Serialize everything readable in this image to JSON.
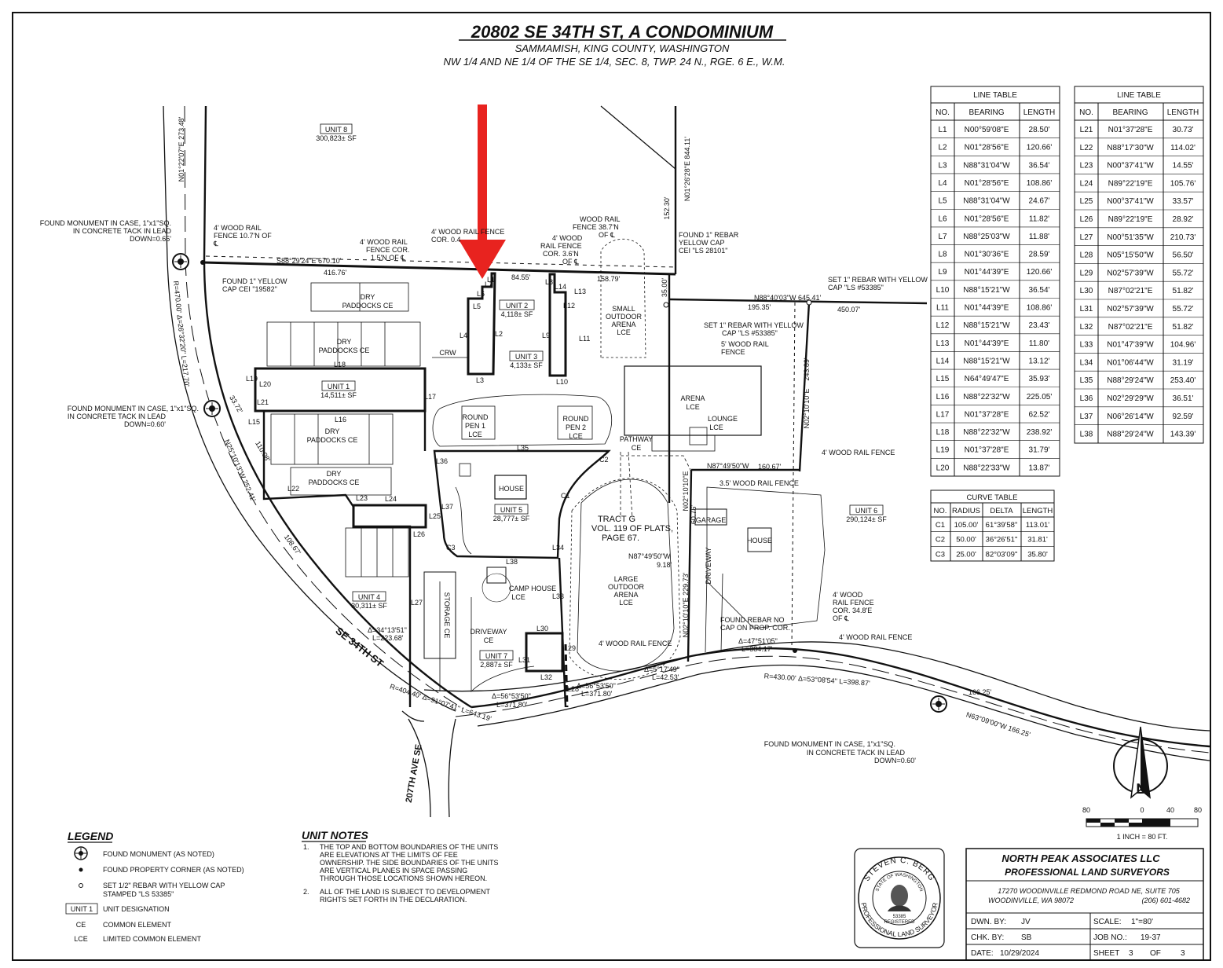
{
  "title": {
    "main": "20802 SE 34TH ST, A CONDOMINIUM",
    "sub1": "SAMMAMISH, KING COUNTY, WASHINGTON",
    "sub2": "NW 1/4 AND NE 1/4 OF THE SE 1/4, SEC. 8, TWP. 24 N., RGE. 6 E., W.M."
  },
  "units": [
    {
      "label": "UNIT 1",
      "area": "14,511± SF"
    },
    {
      "label": "UNIT 2",
      "area": "4,118± SF"
    },
    {
      "label": "UNIT 3",
      "area": "4,133± SF"
    },
    {
      "label": "UNIT 4",
      "area": "30,311± SF"
    },
    {
      "label": "UNIT 5",
      "area": "28,777± SF"
    },
    {
      "label": "UNIT 6",
      "area": "290,124± SF"
    },
    {
      "label": "UNIT 7",
      "area": "2,887± SF"
    },
    {
      "label": "UNIT 8",
      "area": "300,823± SF"
    }
  ],
  "tract": {
    "l1": "TRACT G",
    "l2": "VOL. 119 OF PLATS,",
    "l3": "PAGE 67."
  },
  "features": {
    "dry_paddocks_1a": "DRY",
    "dry_paddocks_1b": "PADDOCKS CE",
    "dry_paddocks_2a": "DRY",
    "dry_paddocks_2b": "PADDOCKS CE",
    "dry_paddocks_3a": "DRY",
    "dry_paddocks_3b": "PADDOCKS CE",
    "dry_paddocks_4a": "DRY",
    "dry_paddocks_4b": "PADDOCKS CE",
    "crw": "CRW",
    "round_pen_1a": "ROUND",
    "round_pen_1b": "PEN 1",
    "round_pen_1c": "LCE",
    "round_pen_2a": "ROUND",
    "round_pen_2b": "PEN 2",
    "round_pen_2c": "LCE",
    "arena_a": "ARENA",
    "arena_b": "LCE",
    "lounge_a": "LOUNGE",
    "lounge_b": "LCE",
    "small_arena_a": "SMALL",
    "small_arena_b": "OUTDOOR",
    "small_arena_c": "ARENA",
    "small_arena_d": "LCE",
    "house": "HOUSE",
    "house2": "HOUSE",
    "garage": "GARAGE",
    "pathway_a": "PATHWAY",
    "pathway_b": "CE",
    "large_arena_a": "LARGE",
    "large_arena_b": "OUTDOOR",
    "large_arena_c": "ARENA",
    "large_arena_d": "LCE",
    "camp_house_a": "CAMP HOUSE",
    "camp_house_b": "LCE",
    "storage": "STORAGE CE",
    "driveway_ce_a": "DRIVEWAY",
    "driveway_ce_b": "CE",
    "driveway_v": "DRIVEWAY",
    "street_main": "SE 34TH ST",
    "street_side": "207TH AVE SE"
  },
  "annotations": {
    "fm1_a": "FOUND MONUMENT IN CASE, 1\"x1\"SQ.",
    "fm1_b": "IN CONCRETE TACK IN LEAD",
    "fm1_c": "DOWN=0.65'",
    "fm2_a": "FOUND MONUMENT IN CASE, 1\"x1\"SQ.",
    "fm2_b": "IN CONCRETE TACK IN LEAD",
    "fm2_c": "DOWN=0.60'",
    "fm3_a": "FOUND MONUMENT IN CASE, 1\"x1\"SQ.",
    "fm3_b": "IN CONCRETE TACK IN LEAD",
    "fm3_c": "DOWN=0.60'",
    "fence1_a": "4' WOOD RAIL",
    "fence1_b": "FENCE 10.7'N OF",
    "fence1_c": "℄",
    "fence2_a": "4' WOOD RAIL",
    "fence2_b": "FENCE COR.",
    "fence2_c": "1.5'N OF ℄",
    "fence3_a": "4' WOOD RAIL FENCE",
    "fence3_b": "COR. 0.4",
    "fence4_a": "WOOD RAIL",
    "fence4_b": "FENCE 38.7'N",
    "fence4_c": "OF ℄",
    "fence5_a": "4' WOOD",
    "fence5_b": "RAIL FENCE",
    "fence5_c": "COR. 3.6'N",
    "fence5_d": "OF ℄",
    "rebar1_a": "FOUND 1\" REBAR",
    "rebar1_b": "YELLOW CAP",
    "rebar1_c": "CEI \"LS 28101\"",
    "cap_a": "FOUND 1\" YELLOW",
    "cap_b": "CAP CEI \"19582\"",
    "set_rebar1_a": "SET 1\" REBAR WITH YELLOW",
    "set_rebar1_b": "CAP \"LS #53385\"",
    "set_rebar2_a": "SET 1\" REBAR WITH YELLOW",
    "set_rebar2_b": "CAP \"LS #53385\"",
    "fence6_a": "5' WOOD RAIL",
    "fence6_b": "FENCE",
    "fence7": "4' WOOD RAIL FENCE",
    "fence8": "3.5' WOOD RAIL FENCE",
    "fence9": "4' WOOD RAIL FENCE",
    "fence10_a": "4' WOOD",
    "fence10_b": "RAIL FENCE",
    "fence10_c": "COR. 34.8'E",
    "fence10_d": "OF ℄",
    "fence11": "4' WOOD RAIL FENCE",
    "found_rebar_a": "FOUND REBAR NO",
    "found_rebar_b": "CAP ON PROP. COR."
  },
  "dims": {
    "d1": "S88°29'24\"E   670.10'",
    "d2": "416.76'",
    "d3": "84.55'",
    "d4": "158.79'",
    "d5": "152.30'",
    "d6": "N01°26'28\"E  844.11'",
    "d7": "N88°40'03\"W  645.41'",
    "d8": "195.35'",
    "d9": "450.07'",
    "d10": "35.00'",
    "d11": "243.89'",
    "d12": "N02°10'10\"E",
    "d13": "N87°49'50\"W",
    "d14": "160.67'",
    "d15": "60.76'",
    "d16": "N02°10'10\"E",
    "d17": "N87°49'50\"W",
    "d18": "9.18'",
    "d19": "N02°10'10\"E  229.73'",
    "d20": "N01°22'07\"E  273.48'",
    "d21": "R=470.00'  Δ=26°32'20\"  L=217.70'",
    "d22": "33.72'",
    "d23": "110.08'",
    "d24": "N25°10'13\"W  252.41'",
    "d25": "108.67'",
    "d26": "Δ=34°13'51\"",
    "d27": "L=223.68'",
    "d28": "R=404.40'  Δ=91°07'41\"  L=643.19'",
    "d29": "Δ=56°53'50\"",
    "d30": "L=371.80'",
    "d31": "Δ=56°53'50\"",
    "d32": "L=371.80'",
    "d33": "Δ=5°17'49\"",
    "d34": "L=42.53'",
    "d35": "Δ=47°51'05\"",
    "d36": "L=384.17'",
    "d37": "R=430.00'  Δ=53°08'54\"  L=398.87'",
    "d38": "166.25'",
    "d39": "N63°09'00\"W  166.25'"
  },
  "line_labels": [
    "L1",
    "L2",
    "L3",
    "L4",
    "L5",
    "L6",
    "L7",
    "L8",
    "L9",
    "L10",
    "L11",
    "L12",
    "L13",
    "L14",
    "L15",
    "L16",
    "L17",
    "L18",
    "L19",
    "L20",
    "L21",
    "L22",
    "L23",
    "L24",
    "L25",
    "L26",
    "L27",
    "L28",
    "L29",
    "L30",
    "L31",
    "L32",
    "L33",
    "L34",
    "L35",
    "L36",
    "L37",
    "L38",
    "C1",
    "C2",
    "C3"
  ],
  "line_table_1": {
    "title": "LINE TABLE",
    "headers": [
      "NO.",
      "BEARING",
      "LENGTH"
    ],
    "rows": [
      [
        "L1",
        "N00°59'08\"E",
        "28.50'"
      ],
      [
        "L2",
        "N01°28'56\"E",
        "120.66'"
      ],
      [
        "L3",
        "N88°31'04\"W",
        "36.54'"
      ],
      [
        "L4",
        "N01°28'56\"E",
        "108.86'"
      ],
      [
        "L5",
        "N88°31'04\"W",
        "24.67'"
      ],
      [
        "L6",
        "N01°28'56\"E",
        "11.82'"
      ],
      [
        "L7",
        "N88°25'03\"W",
        "11.88'"
      ],
      [
        "L8",
        "N01°30'36\"E",
        "28.59'"
      ],
      [
        "L9",
        "N01°44'39\"E",
        "120.66'"
      ],
      [
        "L10",
        "N88°15'21\"W",
        "36.54'"
      ],
      [
        "L11",
        "N01°44'39\"E",
        "108.86'"
      ],
      [
        "L12",
        "N88°15'21\"W",
        "23.43'"
      ],
      [
        "L13",
        "N01°44'39\"E",
        "11.80'"
      ],
      [
        "L14",
        "N88°15'21\"W",
        "13.12'"
      ],
      [
        "L15",
        "N64°49'47\"E",
        "35.93'"
      ],
      [
        "L16",
        "N88°22'32\"W",
        "225.05'"
      ],
      [
        "L17",
        "N01°37'28\"E",
        "62.52'"
      ],
      [
        "L18",
        "N88°22'32\"W",
        "238.92'"
      ],
      [
        "L19",
        "N01°37'28\"E",
        "31.79'"
      ],
      [
        "L20",
        "N88°22'33\"W",
        "13.87'"
      ]
    ]
  },
  "line_table_2": {
    "title": "LINE TABLE",
    "headers": [
      "NO.",
      "BEARING",
      "LENGTH"
    ],
    "rows": [
      [
        "L21",
        "N01°37'28\"E",
        "30.73'"
      ],
      [
        "L22",
        "N88°17'30\"W",
        "114.02'"
      ],
      [
        "L23",
        "N00°37'41\"W",
        "14.55'"
      ],
      [
        "L24",
        "N89°22'19\"E",
        "105.76'"
      ],
      [
        "L25",
        "N00°37'41\"W",
        "33.57'"
      ],
      [
        "L26",
        "N89°22'19\"E",
        "28.92'"
      ],
      [
        "L27",
        "N00°51'35\"W",
        "210.73'"
      ],
      [
        "L28",
        "N05°15'50\"W",
        "56.50'"
      ],
      [
        "L29",
        "N02°57'39\"W",
        "55.72'"
      ],
      [
        "L30",
        "N87°02'21\"E",
        "51.82'"
      ],
      [
        "L31",
        "N02°57'39\"W",
        "55.72'"
      ],
      [
        "L32",
        "N87°02'21\"E",
        "51.82'"
      ],
      [
        "L33",
        "N01°47'39\"W",
        "104.96'"
      ],
      [
        "L34",
        "N01°06'44\"W",
        "31.19'"
      ],
      [
        "L35",
        "N88°29'24\"W",
        "253.40'"
      ],
      [
        "L36",
        "N02°29'29\"W",
        "36.51'"
      ],
      [
        "L37",
        "N06°26'14\"W",
        "92.59'"
      ],
      [
        "L38",
        "N88°29'24\"W",
        "143.39'"
      ]
    ]
  },
  "curve_table": {
    "title": "CURVE TABLE",
    "headers": [
      "NO.",
      "RADIUS",
      "DELTA",
      "LENGTH"
    ],
    "rows": [
      [
        "C1",
        "105.00'",
        "61°39'58\"",
        "113.01'"
      ],
      [
        "C2",
        "50.00'",
        "36°26'51\"",
        "31.81'"
      ],
      [
        "C3",
        "25.00'",
        "82°03'09\"",
        "35.80'"
      ]
    ]
  },
  "scale": {
    "ticks": [
      "80",
      "0",
      "40",
      "80"
    ],
    "text": "1 INCH = 80  FT.",
    "north": "N"
  },
  "legend": {
    "title": "LEGEND",
    "items": [
      {
        "symbol": "monument",
        "text": "FOUND MONUMENT (AS NOTED)"
      },
      {
        "symbol": "dot",
        "text": "FOUND PROPERTY CORNER (AS NOTED)"
      },
      {
        "symbol": "circle",
        "text": "SET 1/2\" REBAR WITH YELLOW CAP"
      },
      {
        "symbol": "none",
        "text": "STAMPED \"LS 53385\""
      },
      {
        "symbol": "UNIT 1",
        "text": "UNIT DESIGNATION"
      },
      {
        "symbol": "CE",
        "text": "COMMON ELEMENT"
      },
      {
        "symbol": "LCE",
        "text": "LIMITED COMMON ELEMENT"
      }
    ]
  },
  "unit_notes": {
    "title": "UNIT NOTES",
    "n1_num": "1.",
    "n1": [
      "THE TOP AND BOTTOM BOUNDARIES OF THE UNITS",
      "ARE ELEVATIONS AT THE LIMITS OF FEE",
      "OWNERSHIP.  THE SIDE BOUNDARIES OF THE UNITS",
      "ARE VERTICAL PLANES IN SPACE PASSING",
      "THROUGH THOSE LOCATIONS SHOWN HEREON."
    ],
    "n2_num": "2.",
    "n2": [
      "ALL OF THE LAND IS SUBJECT TO DEVELOPMENT",
      "RIGHTS SET FORTH IN THE DECLARATION."
    ]
  },
  "seal": {
    "top": "STEVEN C. BERG",
    "state": "STATE OF WASHINGTON",
    "number": "53385",
    "registered": "REGISTERED",
    "bottom": "PROFESSIONAL LAND SURVEYOR"
  },
  "title_block": {
    "company": "NORTH PEAK ASSOCIATES LLC",
    "profession": "PROFESSIONAL LAND SURVEYORS",
    "address1": "17270 WOODINVILLE REDMOND ROAD NE, SUITE 705",
    "address2": "WOODINVILLE, WA  98072",
    "phone": "(206) 601-4682",
    "dwn_label": "DWN. BY:",
    "dwn": "JV",
    "scale_label": "SCALE:",
    "scale": "1\"=80'",
    "chk_label": "CHK. BY:",
    "chk": "SB",
    "job_label": "JOB NO.:",
    "job": "19-37",
    "date_label": "DATE:",
    "date": "10/29/2024",
    "sheet_label": "SHEET",
    "sheet": "3",
    "of_label": "OF",
    "of": "3"
  },
  "colors": {
    "arrow": "#e8231f",
    "ink": "#111111",
    "light": "#9a9a9a"
  }
}
